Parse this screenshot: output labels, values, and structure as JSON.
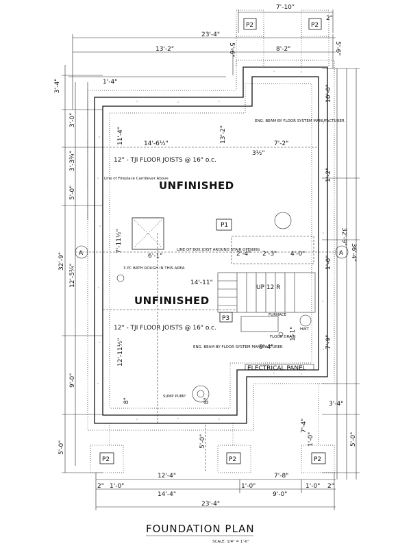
{
  "labels": {
    "top_7_10": "7'-10\"",
    "top_2": "2\"",
    "pad_p2": "P2",
    "pad_p1": "P1",
    "pad_p3": "P3",
    "top_23_4": "23'-4\"",
    "top_13_2": "13'-2\"",
    "top_8_2": "8'-2\"",
    "left_3_4": "3'-4\"",
    "left_3_0": "3'-0\"",
    "left_3_3_3q": "3'-3¾\"",
    "left_5_0_a": "5'-0\"",
    "left_32_9": "32'-9\"",
    "left_12_5_3q": "12'-5¾\"",
    "left_9_0": "9'-0\"",
    "left_5_0_b": "5'-0\"",
    "top_5_6_a": "5'-6\"",
    "top_5_6_b": "5'-6\"",
    "int_1_4": "1'-4\"",
    "int_11_4": "11'-4\"",
    "int_14_6_half": "14'-6½\"",
    "int_13_2": "13'-2\"",
    "int_7_2": "7'-2\"",
    "int_3_half": "3½\"",
    "beam_note_1": "ENG. BEAM BY FLOOR SYSTEM MANUFACTURER",
    "joists_upper": "12\" - TJI FLOOR JOISTS @ 16\" o.c.",
    "fireplace_note": "Line of Fireplace Cantilever Above",
    "unfinished_upper": "UNFINISHED",
    "box_joist_note": "LINE OF BOX JOIST AROUND STAIR OPENING",
    "int_7_11_half": "7'-11½\"",
    "int_6_1": "6'-1\"",
    "bath_note": "3 PC BATH ROUGH IN THIS AREA",
    "int_14_11": "14'-11\"",
    "stair_2_4": "2'-4\"",
    "stair_2_3": "2'-3\"",
    "stair_4_0": "4'-0\"",
    "stair_up": "UP 12 R",
    "unfinished_lower": "UNFINISHED",
    "furnace": "FURNACE",
    "floor_drain": "FLOOR DRAIN",
    "hwt": "HWT",
    "joists_lower": "12\" - TJI FLOOR JOISTS @ 16\" o.c.",
    "int_12_11_half": "12'-11½\"",
    "int_8_4": "8'-4\"",
    "int_1_1": "1'-1\"",
    "beam_note_2": "ENG. BEAM BY FLOOR SYSTEM MANUFACTURER",
    "electrical_panel": "ELECTRICAL PANEL",
    "sump_pump": "SUMP PUMP",
    "int_8_a": "8\"",
    "int_8_b": "8\"",
    "int_5_0": "5'-0\"",
    "right_10_0": "10'-0\"",
    "right_1_2": "1'-2\"",
    "right_32_9": "32'-9\"",
    "right_36_4": "36'-4\"",
    "right_1_0": "1'-0\"",
    "right_7_9": "7'-9\"",
    "right_3_4": "3'-4\"",
    "right_7_4": "7'-4\"",
    "right_1_0_b": "1'-0\"",
    "right_5_0": "5'-0\"",
    "section_a": "A",
    "bot_12_4": "12'-4\"",
    "bot_7_8": "7'-8\"",
    "bot_2_a": "2\"",
    "bot_1_0_a": "1'-0\"",
    "bot_14_4": "14'-4\"",
    "bot_1_0_b": "1'-0\"",
    "bot_9_0": "9'-0\"",
    "bot_1_0_c": "1'-0\"",
    "bot_2_b": "2\"",
    "bot_23_4": "23'-4\"",
    "title": "FOUNDATION PLAN",
    "scale": "SCALE: 1/4\" = 1'-0\""
  }
}
